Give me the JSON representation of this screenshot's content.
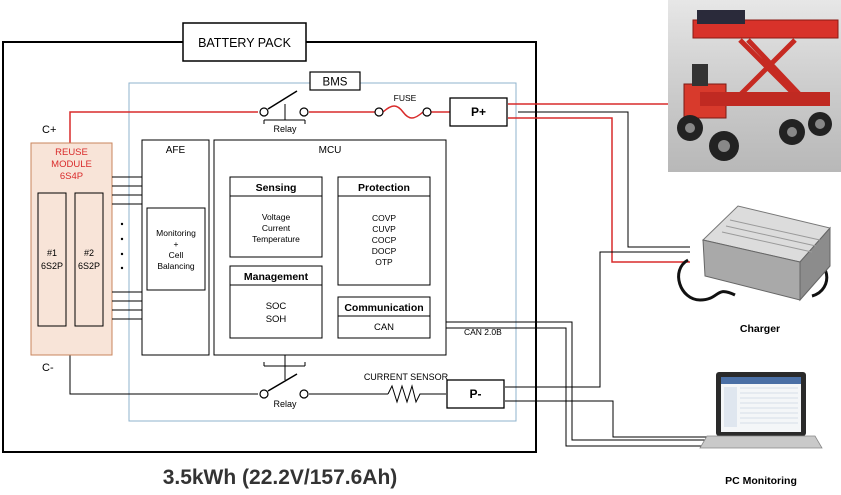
{
  "battery_pack": {
    "title": "BATTERY PACK",
    "caption": "3.5kWh (22.2V/157.6Ah)"
  },
  "bms": {
    "title": "BMS"
  },
  "terminals": {
    "pos": "C+",
    "neg": "C-",
    "p_plus": "P+",
    "p_minus": "P-"
  },
  "fuse": "FUSE",
  "relay_top": "Relay",
  "relay_bottom": "Relay",
  "current_sensor": "CURRENT  SENSOR",
  "reuse_module": {
    "line1": "REUSE",
    "line2": "MODULE",
    "line3": "6S4P",
    "cells": [
      {
        "num": "#1",
        "cfg": "6S2P"
      },
      {
        "num": "#2",
        "cfg": "6S2P"
      }
    ]
  },
  "afe": {
    "title": "AFE",
    "monitoring": "Monitoring",
    "plus": "+",
    "cell": "Cell",
    "balancing": "Balancing"
  },
  "mcu": {
    "title": "MCU",
    "sensing": {
      "title": "Sensing",
      "items": [
        "Voltage",
        "Current",
        "Temperature"
      ]
    },
    "protection": {
      "title": "Protection",
      "items": [
        "COVP",
        "CUVP",
        "COCP",
        "DOCP",
        "OTP"
      ]
    },
    "management": {
      "title": "Management",
      "items": [
        "SOC",
        "SOH"
      ]
    },
    "communication": {
      "title": "Communication",
      "items": [
        "CAN"
      ]
    }
  },
  "can_label": "CAN 2.0B",
  "external": {
    "charger": "Charger",
    "pc": "PC Monitoring"
  },
  "colors": {
    "red": "#d92b2b",
    "module_fill": "#f8e4d8",
    "module_border": "#c9855c",
    "bms_border": "#8fb3cc",
    "relay_box": "#e8e8e8"
  }
}
